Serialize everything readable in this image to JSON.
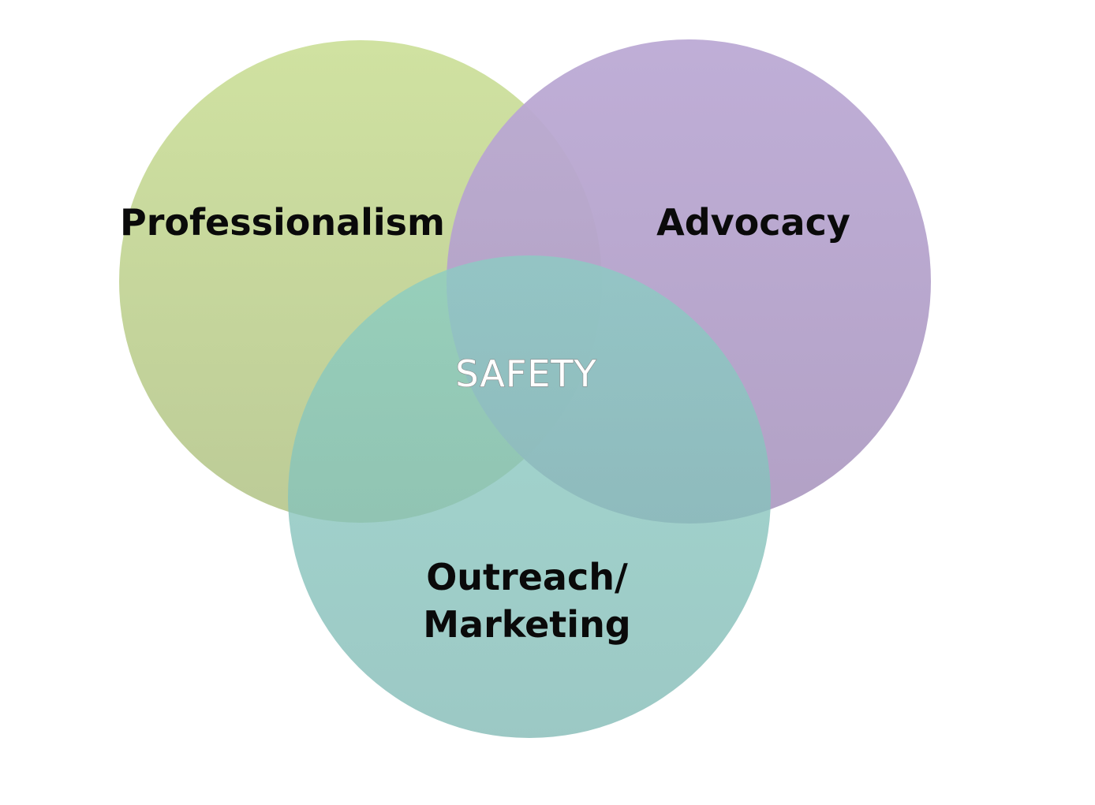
{
  "diagram": {
    "circles": [
      {
        "id": "professionalism",
        "label": "Professionalism",
        "color_top": "#d0e2a1",
        "color_bottom": "#bccb97"
      },
      {
        "id": "advocacy",
        "label": "Advocacy",
        "color_top": "#bcaad5",
        "color_bottom": "#ae9cc2"
      },
      {
        "id": "outreach",
        "label_lines": [
          "Outreach/",
          "Marketing"
        ],
        "color_top": "#8acdc3",
        "color_bottom": "#80b9b4"
      }
    ],
    "center_label": "SAFETY"
  }
}
